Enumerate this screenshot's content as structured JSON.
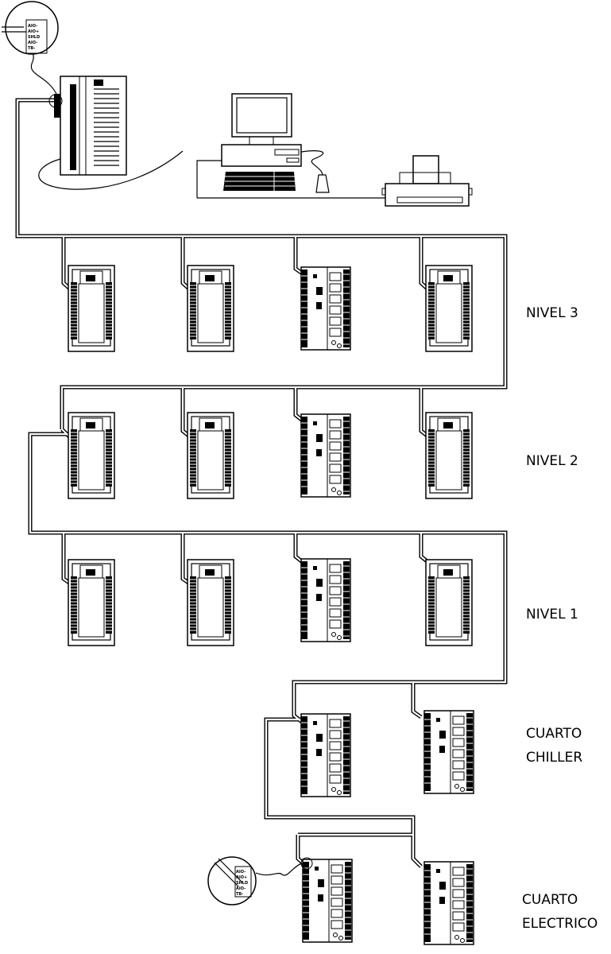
{
  "diagram": {
    "levels": {
      "nivel3": "NIVEL 3",
      "nivel2": "NIVEL 2",
      "nivel1": "NIVEL 1",
      "chiller_line1": "CUARTO",
      "chiller_line2": "CHILLER",
      "electrico_line1": "CUARTO",
      "electrico_line2": "ELECTRICO"
    },
    "callout_terminals": [
      "AIO-",
      "AIO+",
      "SHLD",
      "AIO-",
      "TB-"
    ],
    "colors": {
      "line": "#000000",
      "background": "#ffffff"
    }
  }
}
